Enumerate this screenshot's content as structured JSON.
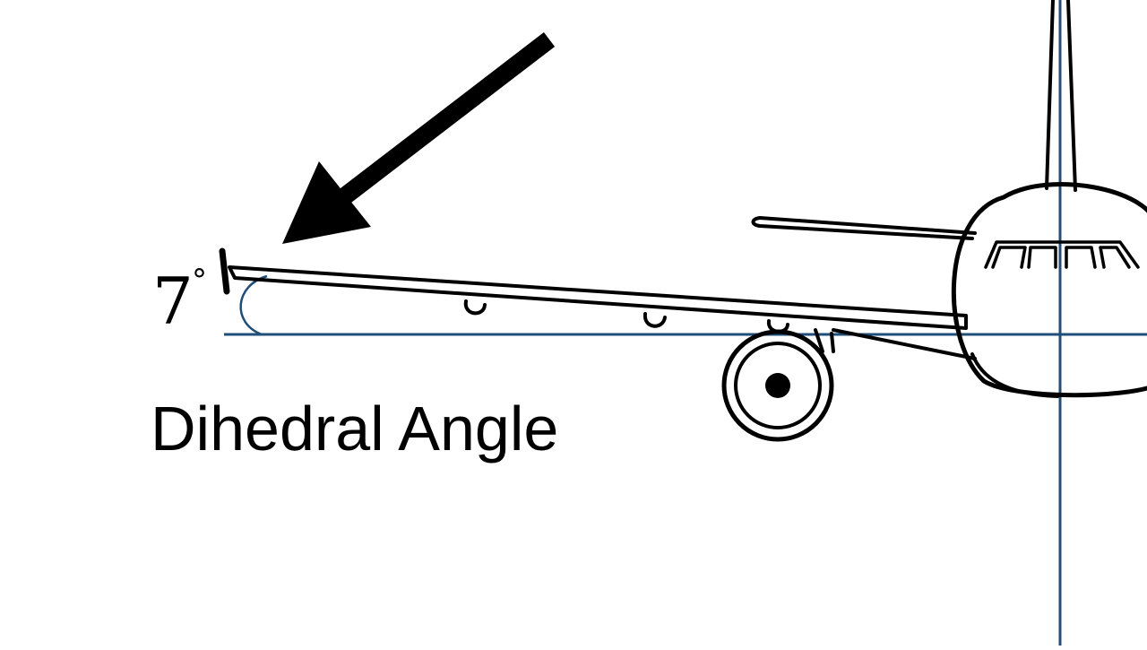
{
  "diagram": {
    "caption": "Dihedral Angle",
    "angle_value": "7",
    "angle_unit": "°",
    "dihedral_angle_degrees": 7,
    "colors": {
      "line_art": "#000000",
      "reference_lines": "#1f4e79",
      "background": "#ffffff"
    },
    "icons": [
      "pointer-arrow-icon",
      "airplane-front-view-icon"
    ]
  }
}
